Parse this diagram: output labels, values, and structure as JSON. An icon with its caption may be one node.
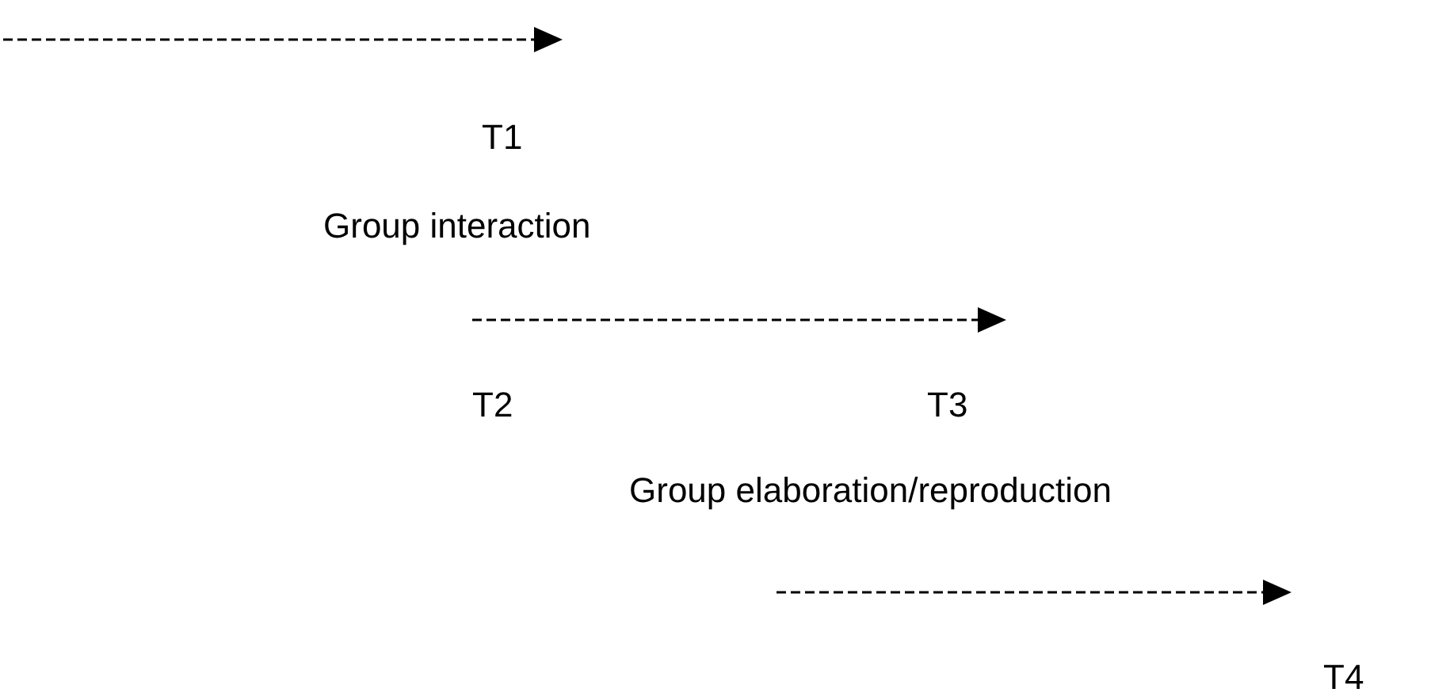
{
  "diagram": {
    "labels": [
      "T1",
      "Group interaction",
      "T2",
      "T3",
      "Group elaboration/reproduction",
      "T4"
    ]
  }
}
